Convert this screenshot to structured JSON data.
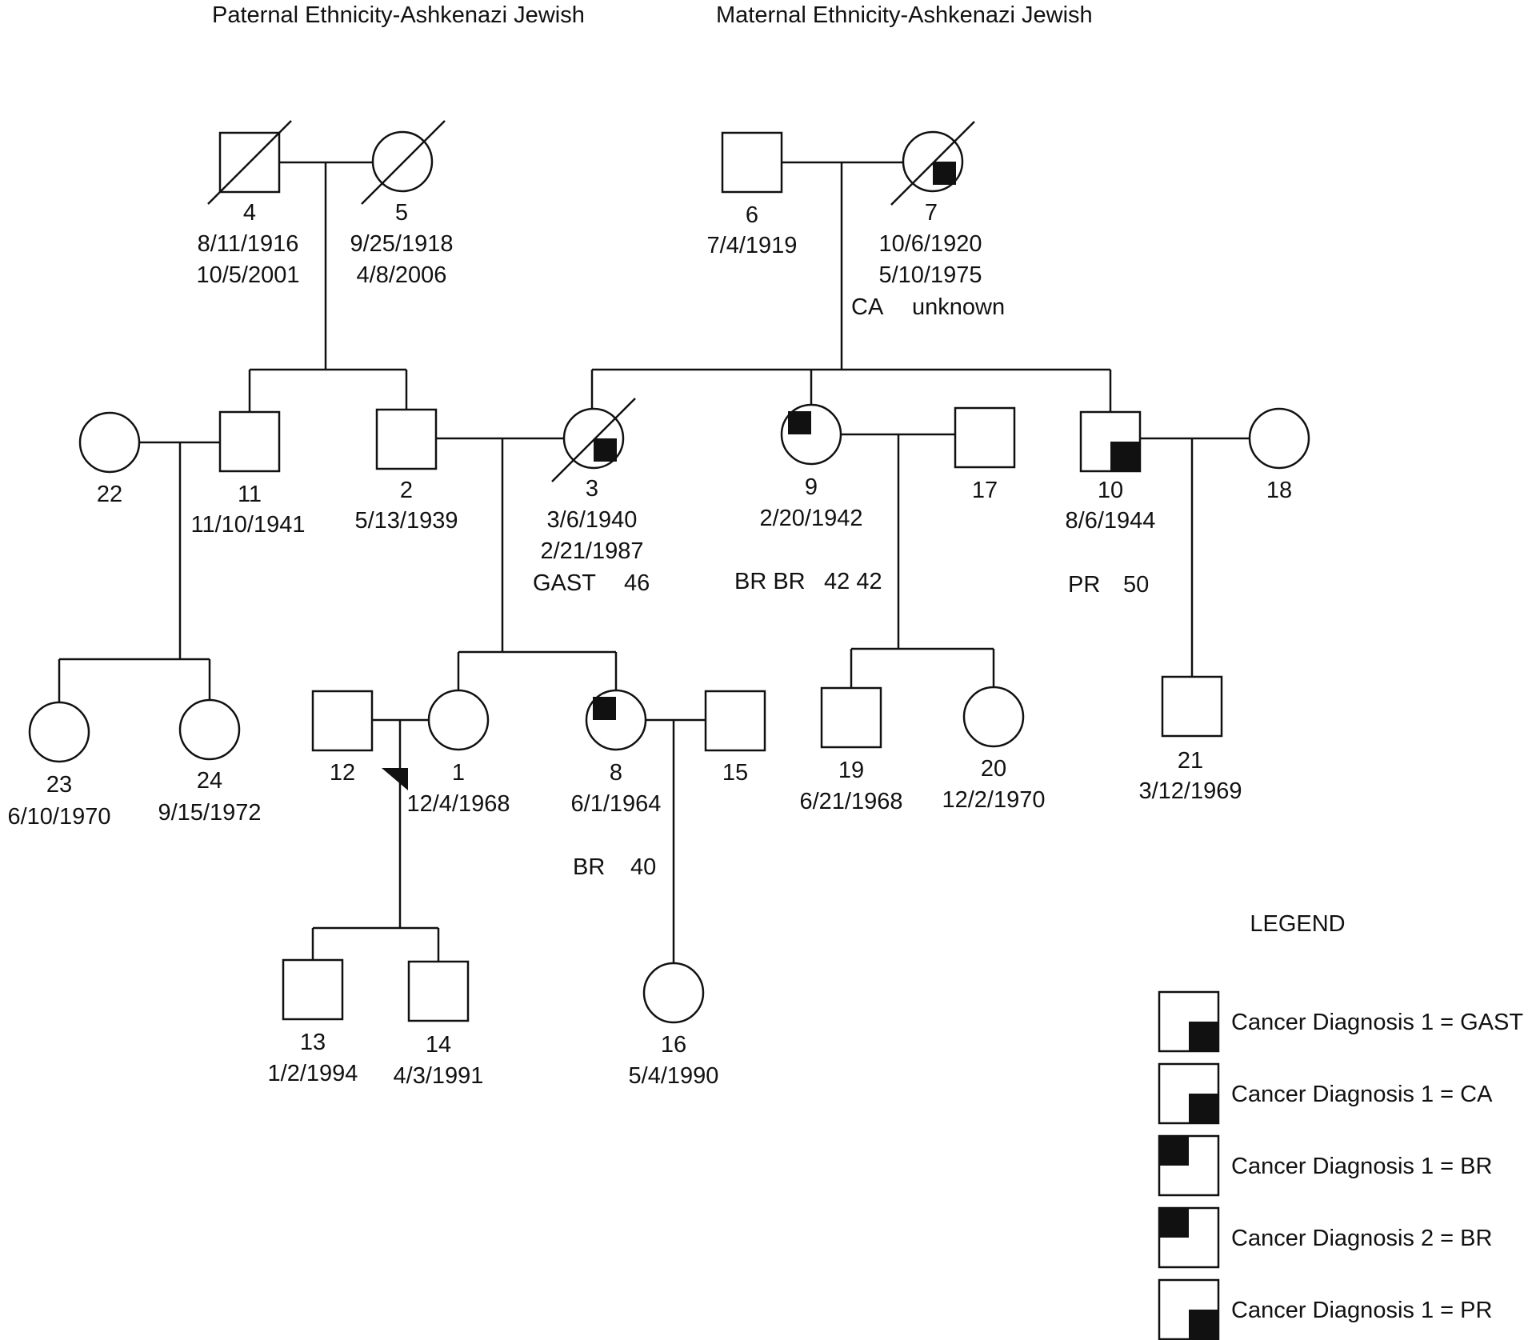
{
  "headers": {
    "paternal": "Paternal Ethnicity-Ashkenazi Jewish",
    "maternal": "Maternal Ethnicity-Ashkenazi Jewish"
  },
  "individuals": {
    "p4": {
      "id": "4",
      "sex": "male",
      "deceased": true,
      "line1": "8/11/1916",
      "line2": "10/5/2001"
    },
    "p5": {
      "id": "5",
      "sex": "female",
      "deceased": true,
      "line1": "9/25/1918",
      "line2": "4/8/2006"
    },
    "p6": {
      "id": "6",
      "sex": "male",
      "deceased": false,
      "line1": "7/4/1919"
    },
    "p7": {
      "id": "7",
      "sex": "female",
      "deceased": true,
      "line1": "10/6/1920",
      "line2": "5/10/1975",
      "dx_name": "CA",
      "dx_age": "unknown",
      "affected": "lower-right"
    },
    "p22": {
      "id": "22",
      "sex": "female",
      "deceased": false
    },
    "p11": {
      "id": "11",
      "sex": "male",
      "deceased": false,
      "line1": "11/10/1941"
    },
    "p2": {
      "id": "2",
      "sex": "male",
      "deceased": false,
      "line1": "5/13/1939"
    },
    "p3": {
      "id": "3",
      "sex": "female",
      "deceased": true,
      "line1": "3/6/1940",
      "line2": "2/21/1987",
      "dx_name": "GAST",
      "dx_age": "46",
      "affected": "lower-right"
    },
    "p9": {
      "id": "9",
      "sex": "female",
      "deceased": false,
      "line1": "2/20/1942",
      "dx_name": "BR BR",
      "dx_age": "42 42",
      "affected": "upper-left"
    },
    "p17": {
      "id": "17",
      "sex": "male",
      "deceased": false
    },
    "p10": {
      "id": "10",
      "sex": "male",
      "deceased": false,
      "line1": "8/6/1944",
      "dx_name": "PR",
      "dx_age": "50",
      "affected": "lower-right"
    },
    "p18": {
      "id": "18",
      "sex": "female",
      "deceased": false
    },
    "p23": {
      "id": "23",
      "sex": "female",
      "deceased": false,
      "line1": "6/10/1970"
    },
    "p24": {
      "id": "24",
      "sex": "female",
      "deceased": false,
      "line1": "9/15/1972"
    },
    "p12": {
      "id": "12",
      "sex": "male",
      "deceased": false
    },
    "p1": {
      "id": "1",
      "sex": "female",
      "deceased": false,
      "line1": "12/4/1968"
    },
    "p8": {
      "id": "8",
      "sex": "female",
      "deceased": false,
      "line1": "6/1/1964",
      "dx_name": "BR",
      "dx_age": "40",
      "affected": "upper-left"
    },
    "p15": {
      "id": "15",
      "sex": "male",
      "deceased": false
    },
    "p19": {
      "id": "19",
      "sex": "male",
      "deceased": false,
      "line1": "6/21/1968"
    },
    "p20": {
      "id": "20",
      "sex": "female",
      "deceased": false,
      "line1": "12/2/1970"
    },
    "p21": {
      "id": "21",
      "sex": "male",
      "deceased": false,
      "line1": "3/12/1969"
    },
    "p13": {
      "id": "13",
      "sex": "male",
      "deceased": false,
      "line1": "1/2/1994"
    },
    "p14": {
      "id": "14",
      "sex": "male",
      "deceased": false,
      "line1": "4/3/1991"
    },
    "p16": {
      "id": "16",
      "sex": "female",
      "deceased": false,
      "line1": "5/4/1990"
    }
  },
  "legend": {
    "title": "LEGEND",
    "items": [
      {
        "label": "Cancer Diagnosis 1 = GAST",
        "quadrant": "lower-right"
      },
      {
        "label": "Cancer Diagnosis 1 = CA",
        "quadrant": "lower-right"
      },
      {
        "label": "Cancer Diagnosis 1 = BR",
        "quadrant": "upper-left"
      },
      {
        "label": "Cancer Diagnosis 2 = BR",
        "quadrant": "upper-left"
      },
      {
        "label": "Cancer Diagnosis 1 = PR",
        "quadrant": "lower-right"
      }
    ]
  },
  "colors": {
    "line": "#111111",
    "fill": "#111111",
    "background": "#ffffff"
  }
}
